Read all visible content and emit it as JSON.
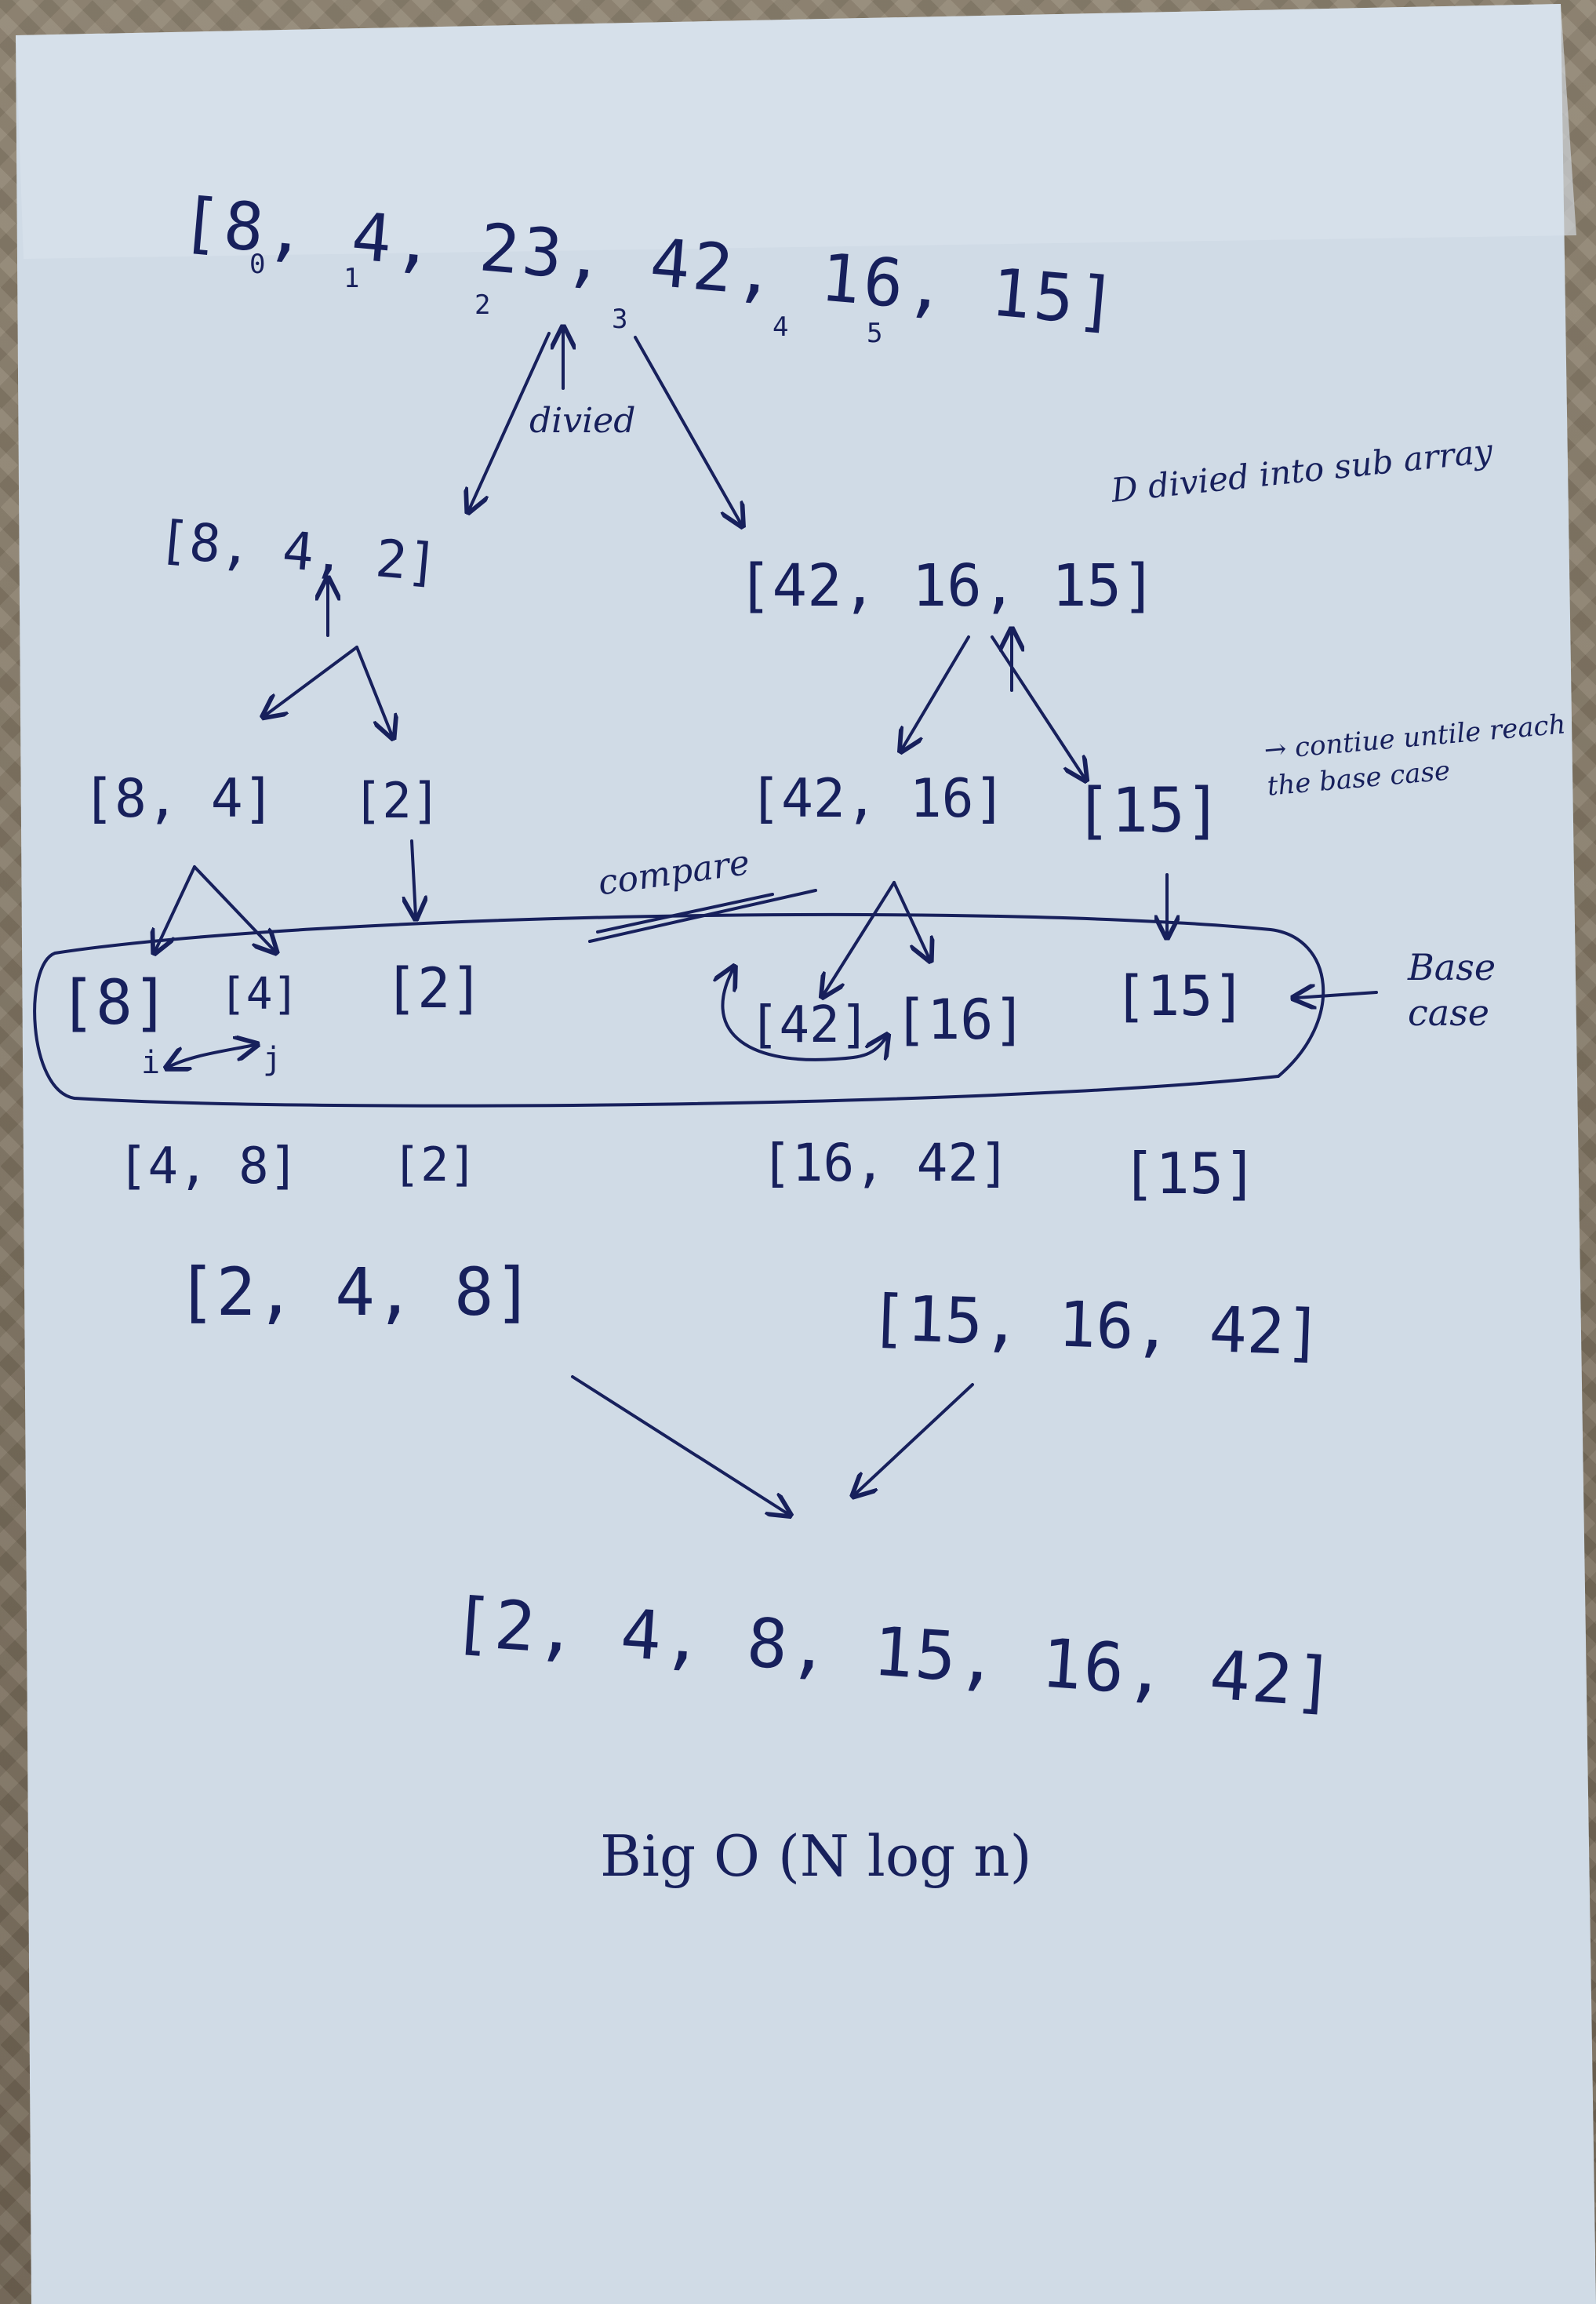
{
  "root": {
    "array": "[8, 4, 23, 42, 16, 15]",
    "indices": [
      "0",
      "1",
      "2",
      "3",
      "4",
      "5"
    ]
  },
  "labels": {
    "divide": "divied",
    "divide_note": "D divied into sub array",
    "continue_note": "→ contiue untile reach the base case",
    "compare": "compare",
    "base_case": "Base case"
  },
  "split_level_1": {
    "left": "[8, 4, 2]",
    "right": "[42, 16, 15]"
  },
  "split_level_2": {
    "a": "[8, 4]",
    "b": "[2]",
    "c": "[42, 16]",
    "d": "[15]"
  },
  "base_cases": {
    "a": "[8]",
    "b": "[4]",
    "c": "[2]",
    "d": "[42]",
    "e": "[16]",
    "f": "[15]",
    "i": "i",
    "j": "j"
  },
  "merge_level_1": {
    "a": "[4, 8]",
    "b": "[2]",
    "c": "[16, 42]",
    "d": "[15]"
  },
  "merge_level_2": {
    "left": "[2, 4, 8]",
    "right": "[15, 16, 42]"
  },
  "result": "[2, 4, 8, 15, 16, 42]",
  "complexity": "Big O (N log n)"
}
